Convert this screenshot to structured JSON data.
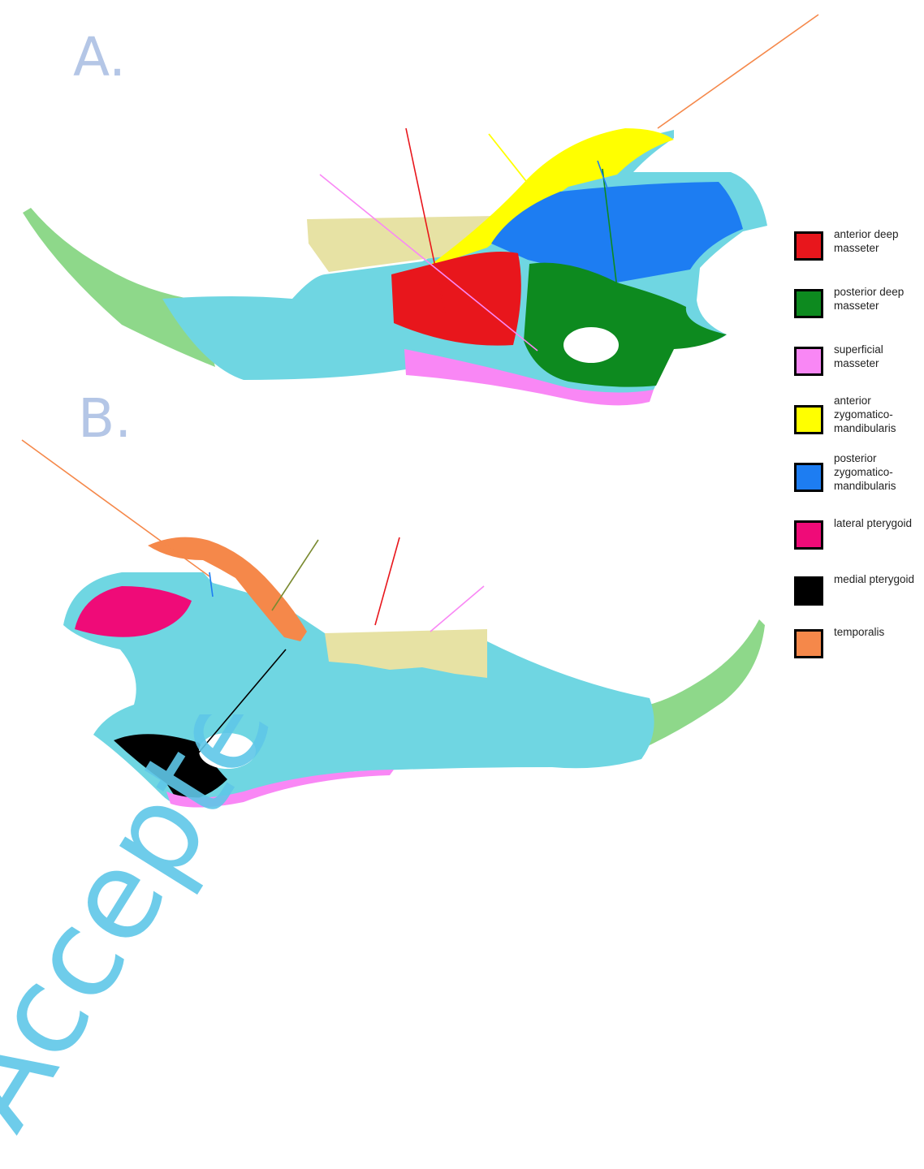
{
  "panels": {
    "a": "A.",
    "b": "B."
  },
  "legend": [
    {
      "label": "anterior deep masseter",
      "color": "#e8161c"
    },
    {
      "label": "posterior deep masseter",
      "color": "#0d8a1f"
    },
    {
      "label": "superficial masseter",
      "color": "#f987f5"
    },
    {
      "label": "anterior zygomatico-mandibularis",
      "color": "#ffff00"
    },
    {
      "label": "posterior zygomatico-mandibularis",
      "color": "#1d7df2"
    },
    {
      "label": "lateral pterygoid",
      "color": "#ef0b78"
    },
    {
      "label": "medial pterygoid",
      "color": "#000000"
    },
    {
      "label": "temporalis",
      "color": "#f5884a"
    }
  ],
  "watermark": "Accepted",
  "colors": {
    "bone": "#6fd6e2",
    "incisor": "#8ed88a",
    "molars": "#e7e2a4",
    "panel_letter": "#b4c6e6"
  }
}
